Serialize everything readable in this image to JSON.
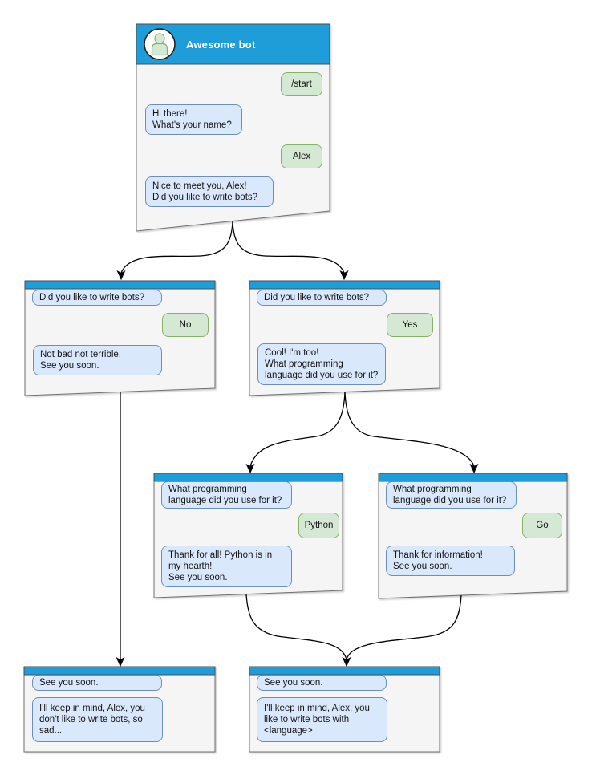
{
  "colors": {
    "header_blue": "#1E9DD9",
    "window_fill": "#F5F5F5",
    "window_border": "#707070",
    "bot_bubble_fill": "#DAE8FC",
    "bot_bubble_border": "#6C8EBF",
    "user_bubble_fill": "#D5E8D4",
    "user_bubble_border": "#82B366",
    "connector": "#000000",
    "title_text": "#FFFFFF"
  },
  "icons": {
    "avatar": "user-icon"
  },
  "windows": {
    "main": {
      "title": "Awesome bot",
      "messages": {
        "m1": "/start",
        "m2": "Hi there!\nWhat's your name?",
        "m3": "Alex",
        "m4": "Nice to meet you, Alex!\nDid you like to write bots?"
      }
    },
    "no_branch": {
      "messages": {
        "m1": "Did you like to write bots?",
        "m2": "No",
        "m3": "Not bad not terrible.\nSee you soon."
      }
    },
    "yes_branch": {
      "messages": {
        "m1": "Did you like to write bots?",
        "m2": "Yes",
        "m3": "Cool! I'm too!\nWhat programming\nlanguage did you use for it?"
      }
    },
    "python_branch": {
      "messages": {
        "m1": "What programming\nlanguage did you use for it?",
        "m2": "Python",
        "m3": "Thank for all! Python is in\nmy hearth!\nSee you soon."
      }
    },
    "go_branch": {
      "messages": {
        "m1": "What programming\nlanguage did you use for it?",
        "m2": "Go",
        "m3": "Thank for information!\nSee you soon."
      }
    },
    "end_no": {
      "messages": {
        "m1": "See you soon.",
        "m2": "I'll keep in mind, Alex, you\ndon't like to write bots, so\nsad..."
      }
    },
    "end_yes": {
      "messages": {
        "m1": "See you soon.",
        "m2": "I'll keep in mind, Alex, you\nlike to write bots with\n<language>"
      }
    }
  }
}
